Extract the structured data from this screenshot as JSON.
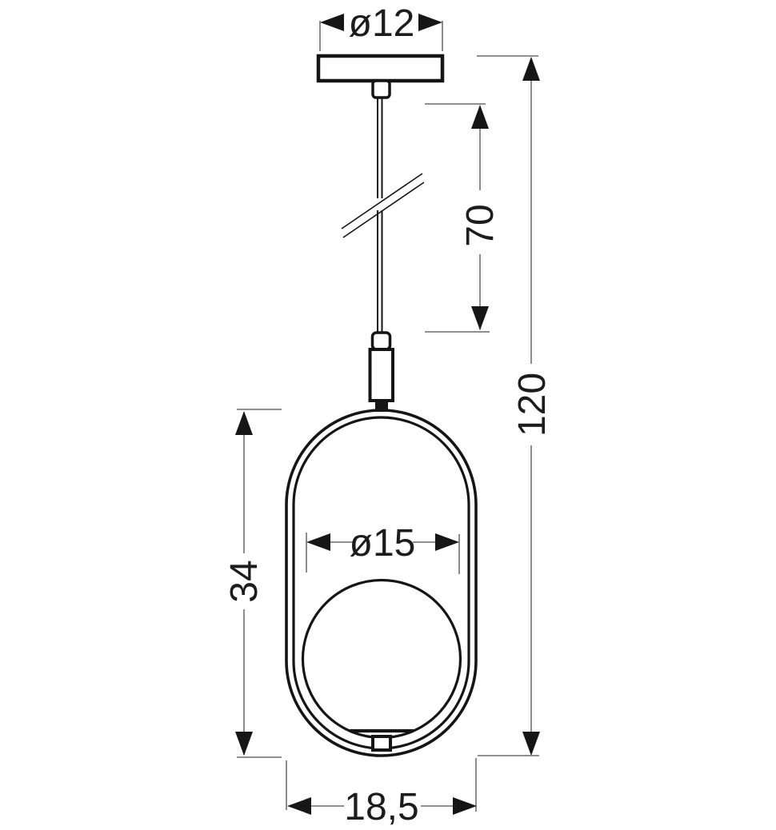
{
  "meta": {
    "title": "Pendant lamp dimensional drawing"
  },
  "drawing": {
    "background": "#ffffff",
    "object_line_color": "#151515",
    "dimension_line_color": "#7f7f7f",
    "label_color": "#1c1c1c",
    "labels": {
      "canopy_diameter": "ø12",
      "cord_length": "70",
      "total_height": "120",
      "frame_height": "34",
      "ball_diameter": "ø15",
      "frame_width": "18,5"
    }
  }
}
